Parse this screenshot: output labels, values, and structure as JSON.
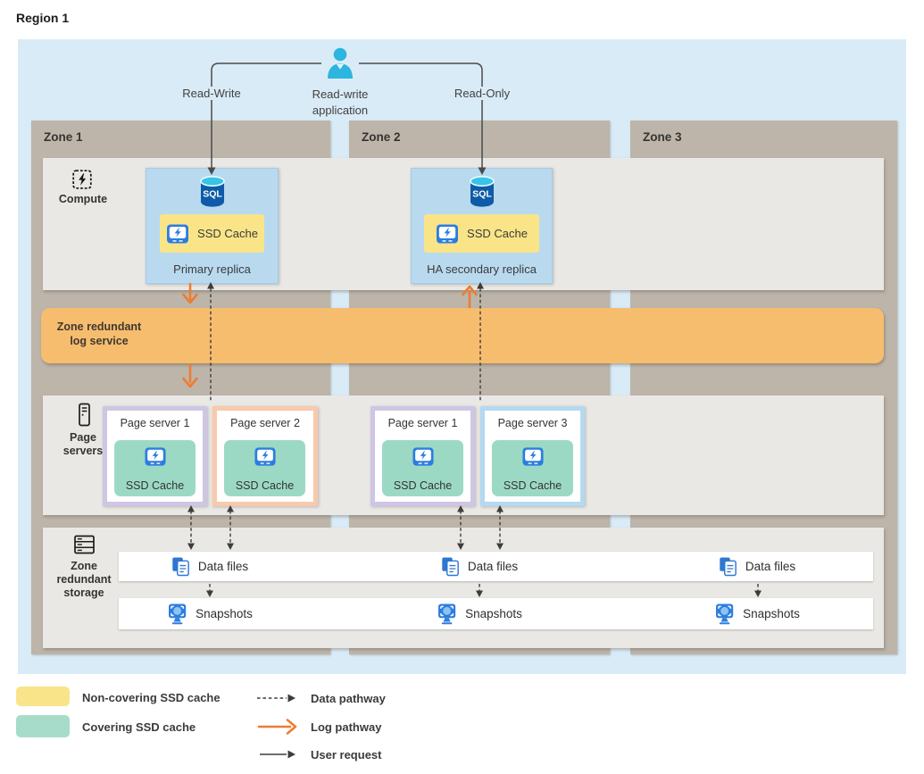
{
  "page": {
    "region_label": "Region 1"
  },
  "app": {
    "label": "Read-write application",
    "read_write_label": "Read-Write",
    "read_only_label": "Read-Only"
  },
  "zones": {
    "zone1": "Zone 1",
    "zone2": "Zone 2",
    "zone3": "Zone 3"
  },
  "compute": {
    "row_label": "Compute",
    "db_label": "SQL",
    "primary": {
      "title": "Primary replica",
      "cache_label": "SSD Cache"
    },
    "secondary": {
      "title": "HA secondary replica",
      "cache_label": "SSD Cache"
    }
  },
  "log_service": {
    "label": "Zone redundant log service"
  },
  "page_servers": {
    "row_label": "Page servers",
    "servers": [
      {
        "title": "Page server 1",
        "cache_label": "SSD Cache"
      },
      {
        "title": "Page server 2",
        "cache_label": "SSD Cache"
      },
      {
        "title": "Page server 1",
        "cache_label": "SSD Cache"
      },
      {
        "title": "Page server 3",
        "cache_label": "SSD Cache"
      }
    ]
  },
  "storage": {
    "row_label": "Zone redundant storage",
    "data_files_label": "Data files",
    "snapshots_label": "Snapshots"
  },
  "legend": {
    "swatches": [
      {
        "label": "Non-covering SSD cache",
        "color": "#f9e48a"
      },
      {
        "label": "Covering SSD cache",
        "color": "#a8dcca"
      }
    ],
    "arrows": [
      {
        "label": "Data pathway",
        "style": "dashed-black"
      },
      {
        "label": "Log pathway",
        "style": "solid-orange"
      },
      {
        "label": "User request",
        "style": "solid-black"
      }
    ]
  },
  "colors": {
    "region_background": "#d9ebf7",
    "zone_background": "#bdb5aa",
    "row_background": "#eae8e4",
    "log_bar": "#f7bd6e",
    "non_covering_cache": "#f9e48a",
    "covering_cache": "#9cd9c5",
    "replica_card": "#b9d9ef",
    "log_arrow": "#ed7d31",
    "data_arrow": "#3c3c3c"
  }
}
